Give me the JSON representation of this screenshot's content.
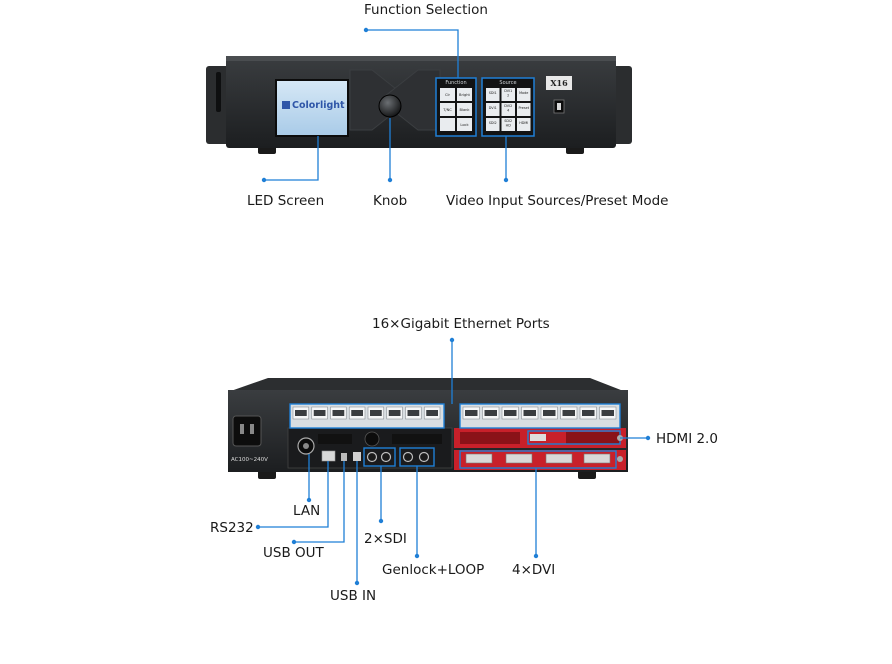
{
  "labels": {
    "function_selection": "Function Selection",
    "led_screen": "LED Screen",
    "knob": "Knob",
    "video_input": "Video Input Sources/Preset Mode",
    "gigabit_ports": "16×Gigabit Ethernet Ports",
    "hdmi": "HDMI 2.0",
    "lan": "LAN",
    "rs232": "RS232",
    "usb_out": "USB OUT",
    "usb_in": "USB IN",
    "sdi": "2×SDI",
    "genlock": "Genlock+LOOP",
    "dvi": "4×DVI"
  },
  "front_panel": {
    "brand": "Colorlight",
    "model": "X16",
    "function_title": "Function",
    "function_buttons": [
      "Clr",
      "Bright",
      "T/NC",
      "Blank",
      "",
      "Lock"
    ],
    "source_title": "Source",
    "source_buttons": [
      "SDI1",
      "DVI1\n2",
      "Mode",
      "DVI1",
      "DVI2\n4",
      "Preset",
      "SDI2",
      "SDI2\nHD",
      "HDMI"
    ]
  },
  "rear_panel": {
    "voltage": "AC100~240V"
  },
  "colors": {
    "accent": "#1f7fd6",
    "chassis": "#222426",
    "card_red": "#c8202a"
  }
}
